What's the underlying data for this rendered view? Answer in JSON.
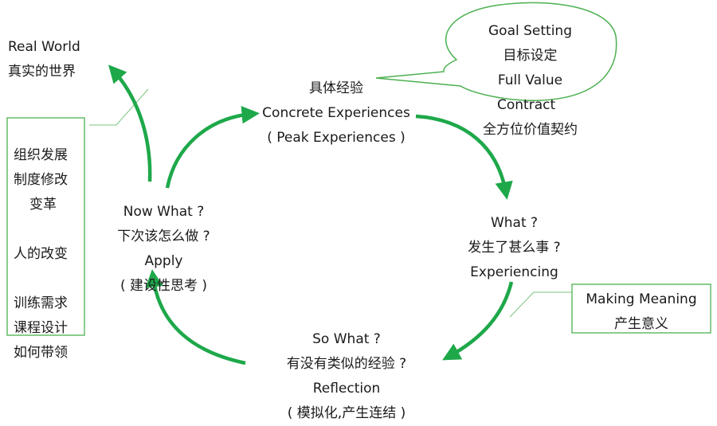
{
  "real_world": {
    "en": "Real World",
    "zh": "真实的世界"
  },
  "left_list": [
    "组织发展",
    "制度修改",
    "变革",
    "",
    "人的改变",
    "",
    "训练需求",
    "课程设计",
    "如何带领"
  ],
  "goal_bubble": [
    "Goal Setting",
    "目标设定",
    "Full Value",
    "Contract",
    "全方位价值契约"
  ],
  "concrete": [
    "具体经验",
    "Concrete Experiences",
    "( Peak Experiences )"
  ],
  "what": [
    "What ?",
    "发生了甚么事 ?",
    "Experiencing"
  ],
  "making_meaning": [
    "Making Meaning",
    "产生意义"
  ],
  "so_what": [
    "So What ?",
    "有没有类似的经验 ?",
    "Reflection",
    "( 模拟化,产生连结 )"
  ],
  "now_what": [
    "Now What ?",
    "下次该怎么做 ?",
    "Apply",
    "( 建设性思考 )"
  ],
  "colors": {
    "arrow": "#1ea84a",
    "box": "#4cb050",
    "leader": "#7cc47e"
  }
}
